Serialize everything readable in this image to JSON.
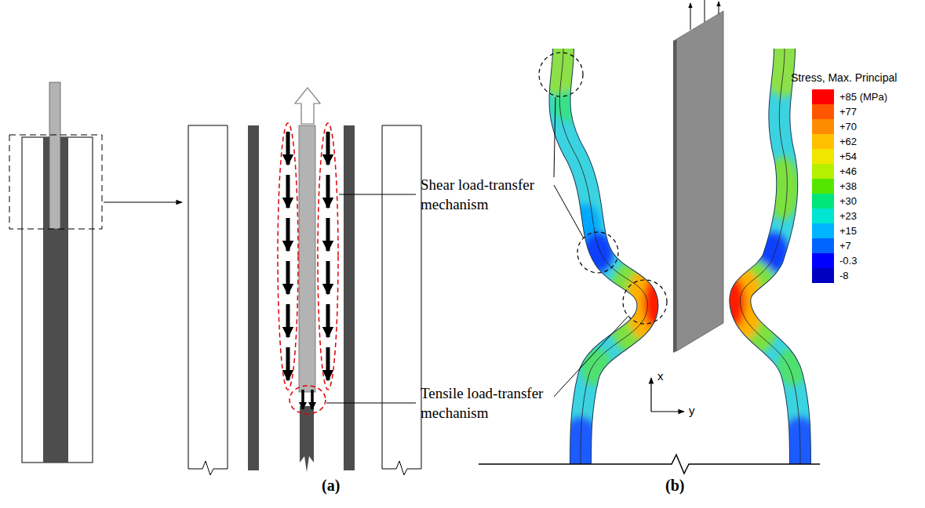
{
  "diagram": {
    "labels": [
      "Shear load-transfer mechanism",
      "Tensile load-transfer mechanism",
      "(a)",
      "(b)",
      "x",
      "y",
      "Stress, Max. Principal"
    ],
    "legend": [
      {
        "text": "+85 (MPa)",
        "color": "#ff0000"
      },
      {
        "text": "+77",
        "color": "#ff5500"
      },
      {
        "text": "+70",
        "color": "#ff8c00"
      },
      {
        "text": "+62",
        "color": "#ffc000"
      },
      {
        "text": "+54",
        "color": "#f0e600"
      },
      {
        "text": "+46",
        "color": "#b4f000"
      },
      {
        "text": "+38",
        "color": "#55e600"
      },
      {
        "text": "+30",
        "color": "#00e67a"
      },
      {
        "text": "+23",
        "color": "#00e6d2"
      },
      {
        "text": "+15",
        "color": "#00b4ff"
      },
      {
        "text": "+7",
        "color": "#0064ff"
      },
      {
        "text": "-0.3",
        "color": "#0000ff"
      },
      {
        "text": "-8",
        "color": "#0000c0"
      }
    ]
  }
}
